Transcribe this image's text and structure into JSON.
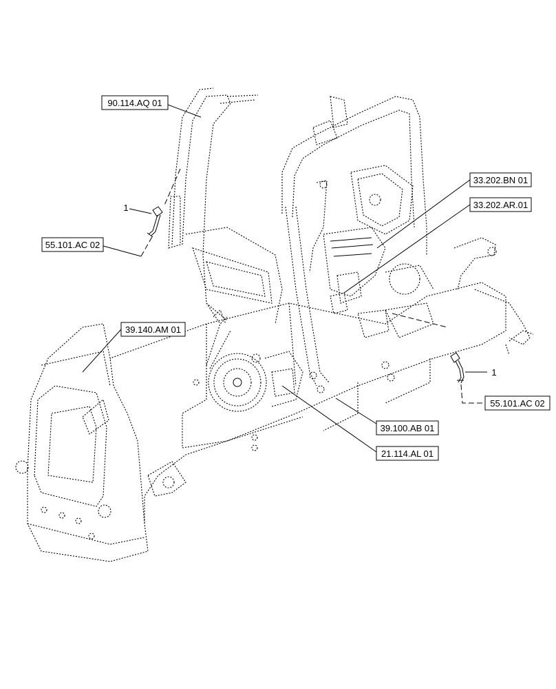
{
  "callouts": {
    "frame_rops": "90.114.AQ 01",
    "sensor_left": "55.101.AC 02",
    "sensor_right": "55.101.AC 02",
    "hood": "39.140.AM 01",
    "valve_bn": "33.202.BN 01",
    "valve_ar": "33.202.AR.01",
    "chassis": "39.100.AB 01",
    "transmission": "21.114.AL 01"
  },
  "item_numbers": {
    "left": "1",
    "right": "1"
  }
}
